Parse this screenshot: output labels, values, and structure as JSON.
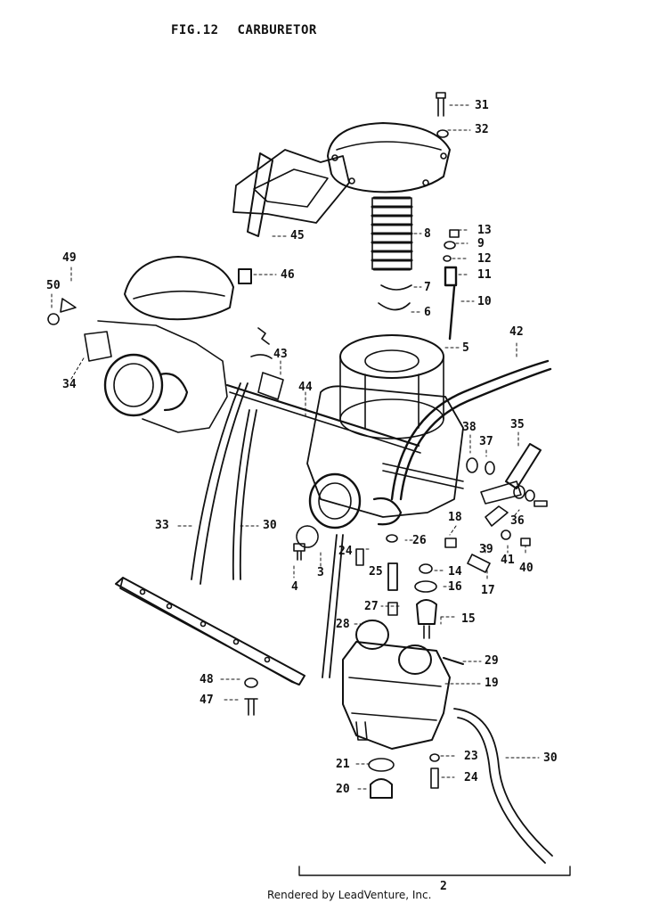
{
  "title": {
    "fig_number": "FIG.12",
    "name": "CARBURETOR"
  },
  "footer": "Rendered by LeadVenture, Inc.",
  "callouts": {
    "c31": "31",
    "c32": "32",
    "c45": "45",
    "c8": "8",
    "c13": "13",
    "c9": "9",
    "c12": "12",
    "c11": "11",
    "c49": "49",
    "c46": "46",
    "c7": "7",
    "c10": "10",
    "c50": "50",
    "c6": "6",
    "c42": "42",
    "c5": "5",
    "c43": "43",
    "c44": "44",
    "c34": "34",
    "c38": "38",
    "c37": "37",
    "c35": "35",
    "c33": "33",
    "c30a": "30",
    "c18": "18",
    "c36": "36",
    "c26": "26",
    "c39": "39",
    "c41": "41",
    "c40": "40",
    "c24a": "24",
    "c3": "3",
    "c14": "14",
    "c25": "25",
    "c4": "4",
    "c16": "16",
    "c17": "17",
    "c27": "27",
    "c15": "15",
    "c28": "28",
    "c29": "29",
    "c19": "19",
    "c48": "48",
    "c47": "47",
    "c30b": "30",
    "c23": "23",
    "c21": "21",
    "c24b": "24",
    "c20": "20",
    "c2": "2"
  }
}
